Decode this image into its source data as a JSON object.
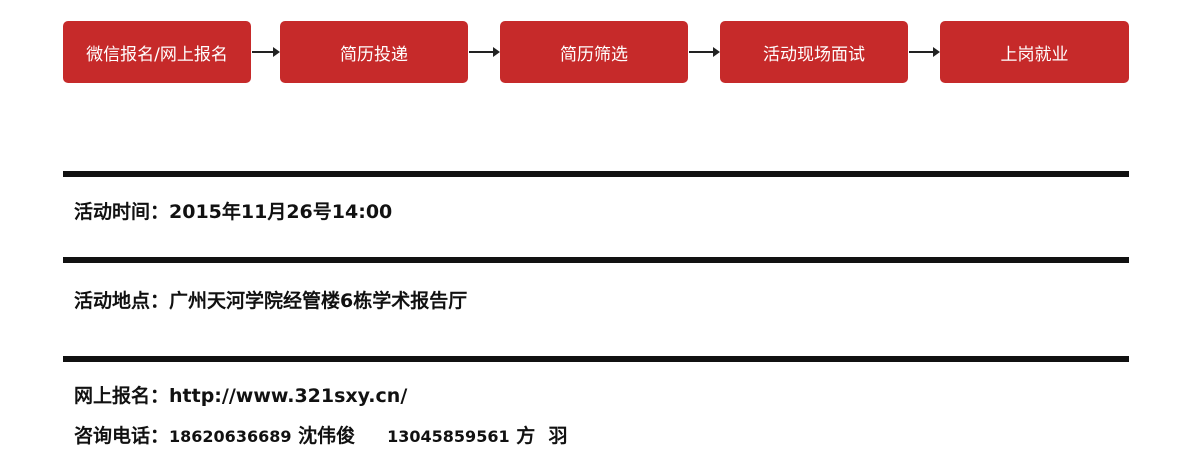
{
  "flow": {
    "steps": [
      "微信报名/网上报名",
      "简历投递",
      "简历筛选",
      "活动现场面试",
      "上岗就业"
    ]
  },
  "info": {
    "time_label": "活动时间：",
    "time_value": "2015年11月26号14:00",
    "place_label": "活动地点：",
    "place_value": "广州天河学院经管楼6栋学术报告厅",
    "signup_label": "网上报名：",
    "signup_url": "http://www.321sxy.cn/",
    "consult_label": "咨询电话：",
    "contacts": [
      {
        "phone": "18620636689",
        "name": "沈伟俊"
      },
      {
        "phone": "13045859561",
        "name": "方  羽"
      }
    ]
  }
}
